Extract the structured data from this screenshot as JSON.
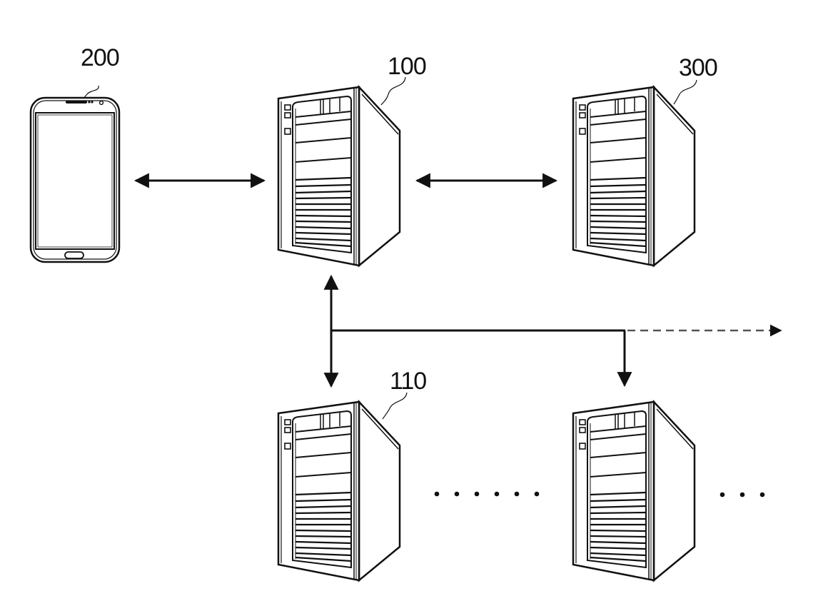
{
  "figure": {
    "type": "system-diagram",
    "nodes": [
      {
        "id": "200",
        "kind": "smartphone",
        "label": "200"
      },
      {
        "id": "100",
        "kind": "server",
        "label": "100"
      },
      {
        "id": "300",
        "kind": "server",
        "label": "300"
      },
      {
        "id": "110",
        "kind": "server",
        "label": "110"
      },
      {
        "id": "n",
        "kind": "server",
        "label": ""
      }
    ],
    "connections": [
      {
        "from": "200",
        "to": "100",
        "style": "solid",
        "direction": "bidirectional"
      },
      {
        "from": "100",
        "to": "300",
        "style": "solid",
        "direction": "bidirectional"
      },
      {
        "from": "100",
        "to": "110",
        "style": "solid",
        "direction": "bidirectional"
      },
      {
        "from": "bus",
        "to": "n",
        "style": "solid",
        "direction": "forward"
      },
      {
        "from": "bus",
        "to": "more",
        "style": "dashed",
        "direction": "forward"
      }
    ],
    "ellipsis_between": "......",
    "ellipsis_after": "..."
  },
  "colors": {
    "ink": "#111111",
    "background": "#ffffff",
    "dashed": "#555555"
  }
}
